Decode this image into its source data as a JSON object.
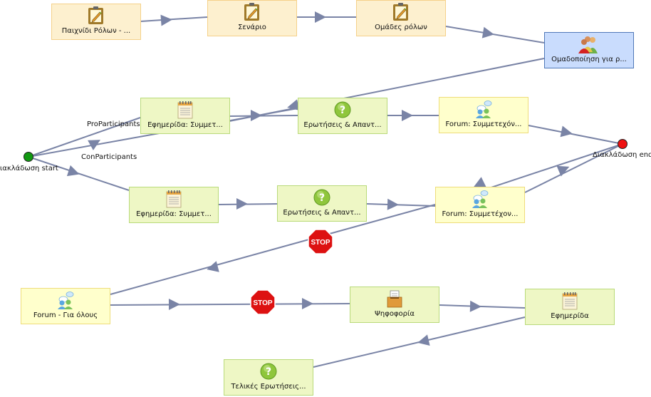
{
  "nodes": {
    "roleplay": "Παιχνίδι Ρόλων - ...",
    "scenario": "Σενάριο",
    "rolegroups": "Ομάδες ρόλων",
    "grouping": "Ομαδοποίηση για ρ...",
    "journal_pro": "Εφημερίδα: Συμμετ...",
    "qa_pro": "Ερωτήσεις & Απαντ...",
    "forum_pro": "Forum: Συμμετεχόν...",
    "journal_con": "Εφημερίδα: Συμμετ...",
    "qa_con": "Ερωτήσεις & Απαντ...",
    "forum_con": "Forum: Συμμετέχον...",
    "forum_all": "Forum - Για όλους",
    "vote": "Ψηφοφορία",
    "journal": "Εφημερίδα",
    "final_qa": "Τελικές Ερωτήσεις..."
  },
  "gateways": {
    "start": "Διακλάδωση start",
    "end": "Διακλάδωση end"
  },
  "edges": {
    "pro": "ProParticipants",
    "con": "ConParticipants"
  },
  "stops": {
    "stop1": "STOP",
    "stop2": "STOP"
  },
  "colors": {
    "edge": "#7a84a6",
    "stop": "#dd1111"
  },
  "icons": {
    "roleplay": "notepad-edit-icon",
    "scenario": "notepad-edit-icon",
    "rolegroups": "notepad-edit-icon",
    "grouping": "group-users-icon",
    "journal_pro": "notebook-icon",
    "qa_pro": "question-icon",
    "forum_pro": "forum-icon",
    "journal_con": "notebook-icon",
    "qa_con": "question-icon",
    "forum_con": "forum-icon",
    "forum_all": "forum-icon",
    "vote": "ballot-box-icon",
    "journal": "notebook-icon",
    "final_qa": "question-icon"
  }
}
